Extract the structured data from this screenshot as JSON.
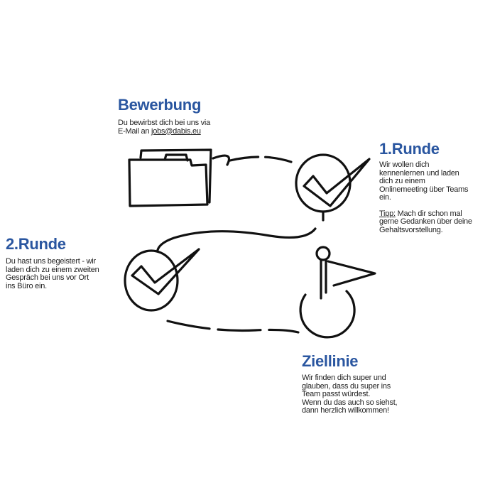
{
  "steps": {
    "bewerbung": {
      "title": "Bewerbung",
      "line1": "Du bewirbst dich bei uns via",
      "line2_prefix": "E-Mail an ",
      "email": "jobs@dabis.eu"
    },
    "runde1": {
      "title": "1.Runde",
      "lines": [
        "Wir wollen dich",
        "kennenlernen und laden",
        "dich zu einem",
        "Onlinemeeting über Teams",
        "ein."
      ],
      "tip_label": "Tipp:",
      "tip_lines": [
        " Mach dir schon mal",
        "gerne Gedanken über deine",
        "Gehaltsvorstellung."
      ]
    },
    "runde2": {
      "title": "2.Runde",
      "lines": [
        "Du hast uns begeistert - wir",
        "laden dich zu einem zweiten",
        "Gespräch bei uns vor Ort",
        "ins Büro ein."
      ]
    },
    "ziellinie": {
      "title": "Ziellinie",
      "lines": [
        "Wir finden dich super und",
        "glauben, dass du super ins",
        "Team passt würdest.",
        "Wenn du das auch so siehst,",
        "dann herzlich willkommen!"
      ]
    }
  },
  "colors": {
    "accent": "#2a56a0",
    "ink": "#111111"
  }
}
